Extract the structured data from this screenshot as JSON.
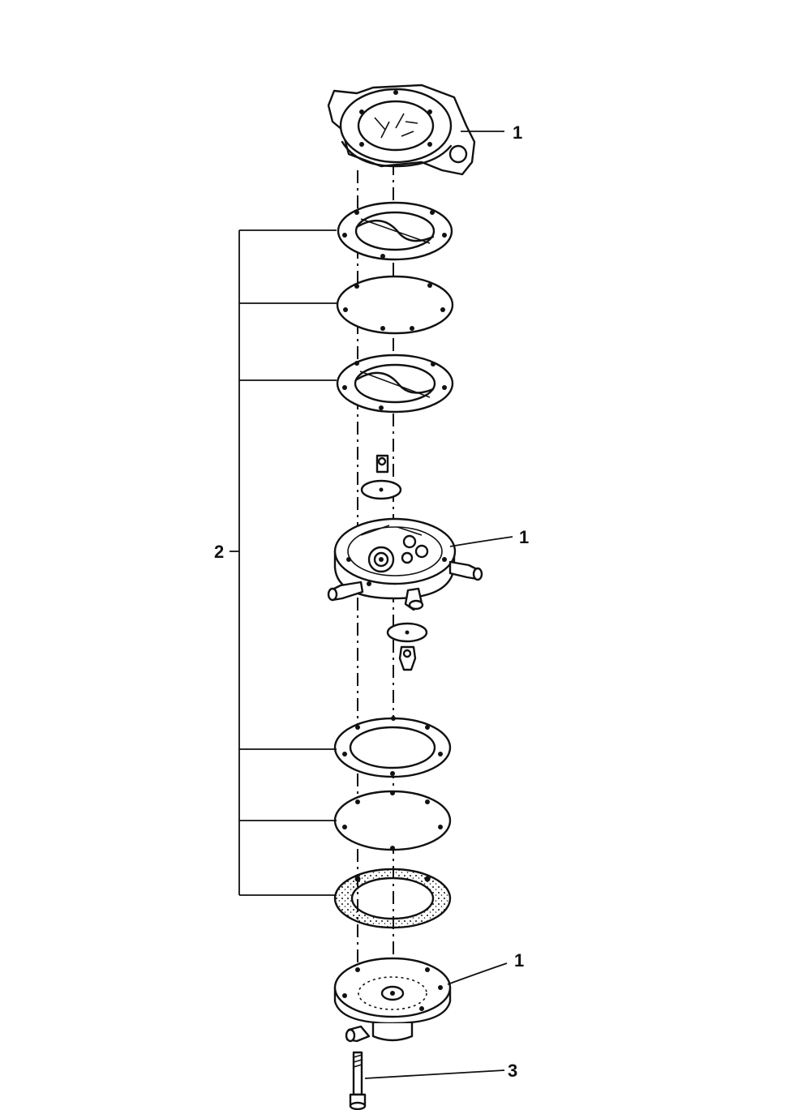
{
  "callouts": {
    "upper_body": "1",
    "valve_body": "1",
    "lower_cover": "1",
    "kit": "2",
    "screw": "3"
  }
}
